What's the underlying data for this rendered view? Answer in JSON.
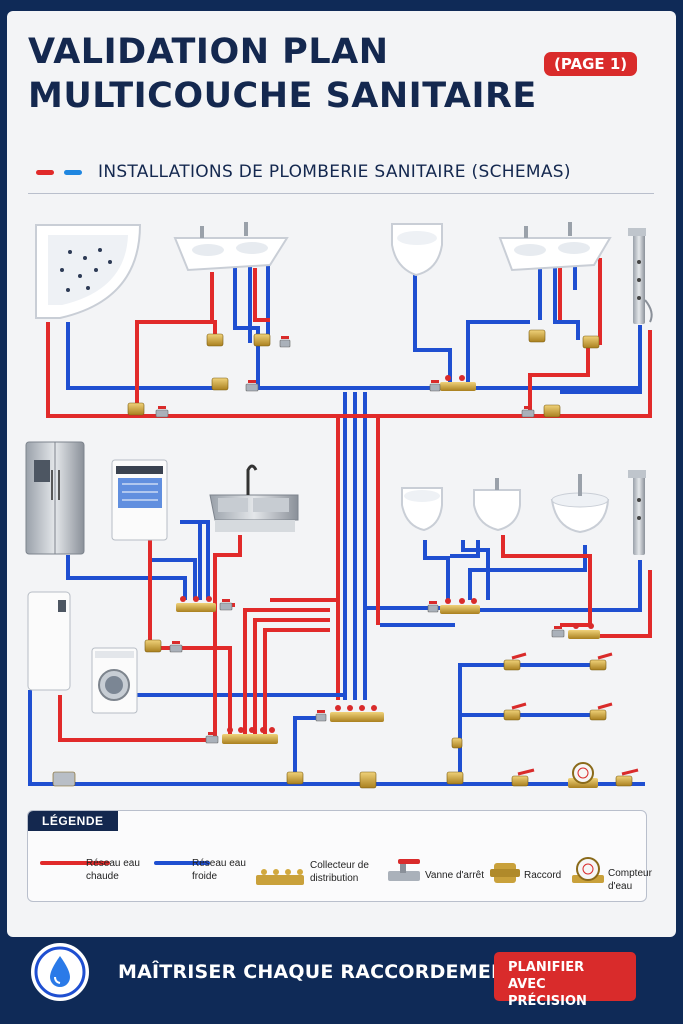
{
  "header": {
    "title_line1": "VALIDATION PLAN",
    "title_line2": "MULTICOUCHE SANITAIRE",
    "page_badge": "(PAGE 1)",
    "subtitle": "INSTALLATIONS DE PLOMBERIE SANITAIRE (SCHEMAS)"
  },
  "legend": {
    "title": "LÉGENDE",
    "hot": "Réseau eau chaude",
    "cold": "Réseau eau froide",
    "manifold": "Collecteur de distribution",
    "valve": "Vanne d'arrêt",
    "fitting": "Raccord",
    "meter": "Compteur d'eau"
  },
  "footer": {
    "tagline": "MAÎTRISER CHAQUE RACCORDEMENT",
    "cta_line1": "PLANIFIER",
    "cta_line2": "AVEC PRÉCISION"
  },
  "colors": {
    "hot": "#e12a2a",
    "cold": "#1f4fd1",
    "navy": "#14284f",
    "brass": "#c9a13b"
  },
  "icons": [
    "bathtub-icon",
    "double-sink-icon",
    "wall-toilet-icon",
    "shower-column-icon",
    "fridge-icon",
    "dishwasher-icon",
    "kitchen-sink-icon",
    "toilet-icon",
    "bidet-icon",
    "basin-icon",
    "water-heater-icon",
    "washing-machine-icon",
    "water-drop-icon",
    "valve-icon",
    "manifold-icon",
    "fitting-icon",
    "water-meter-icon"
  ]
}
